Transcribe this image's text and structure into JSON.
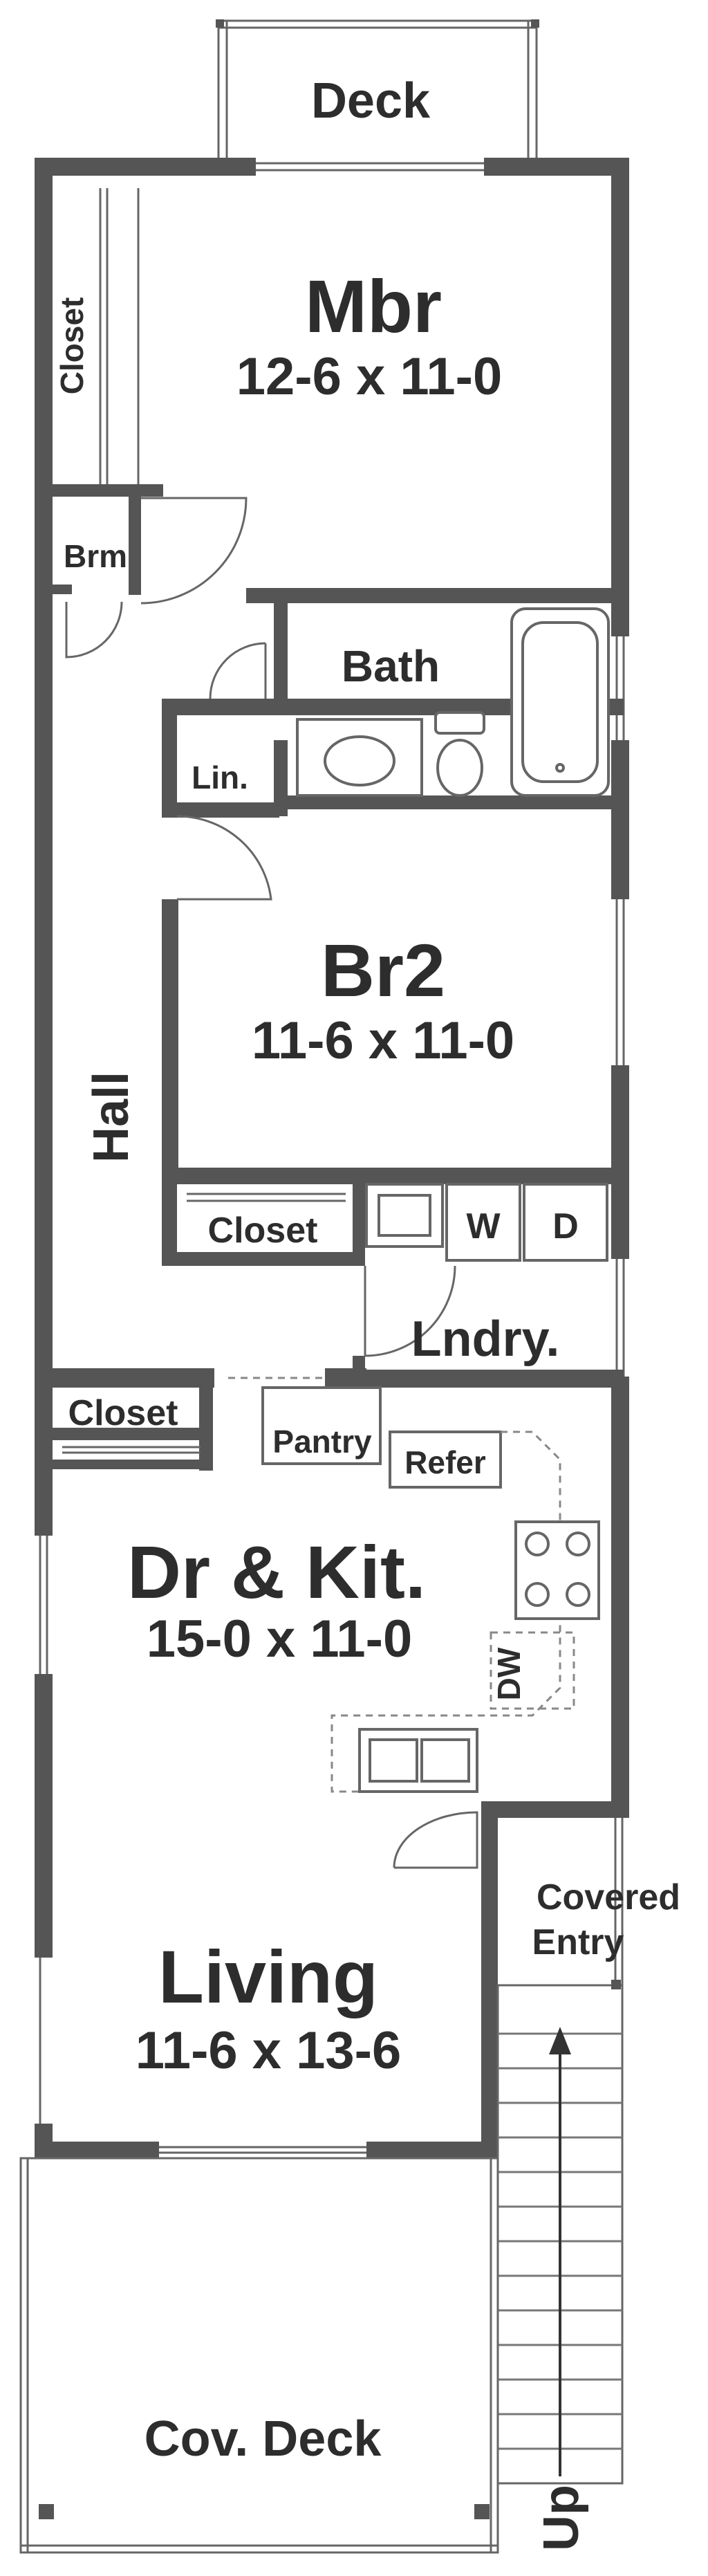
{
  "rooms": {
    "deck": {
      "name": "Deck"
    },
    "master_bedroom": {
      "name": "Mbr",
      "size": "12-6 x 11-0"
    },
    "closet_master": {
      "name": "Closet"
    },
    "brm": {
      "name": "Brm"
    },
    "bath": {
      "name": "Bath"
    },
    "linen": {
      "name": "Lin."
    },
    "bedroom2": {
      "name": "Br2",
      "size": "11-6 x 11-0"
    },
    "hall": {
      "name": "Hall"
    },
    "closet_br2": {
      "name": "Closet"
    },
    "washer": {
      "name": "W"
    },
    "dryer": {
      "name": "D"
    },
    "laundry": {
      "name": "Lndry."
    },
    "closet_front": {
      "name": "Closet"
    },
    "pantry": {
      "name": "Pantry"
    },
    "refrigerator": {
      "name": "Refer"
    },
    "dining_kitchen": {
      "name": "Dr & Kit.",
      "size": "15-0 x 11-0"
    },
    "dishwasher": {
      "name": "DW"
    },
    "covered_entry": {
      "line1": "Covered",
      "line2": "Entry"
    },
    "living": {
      "name": "Living",
      "size": "11-6 x 13-6"
    },
    "covered_deck": {
      "name": "Cov. Deck"
    },
    "stairs": {
      "direction": "Up"
    }
  },
  "colors": {
    "wall": "#555555",
    "text": "#2d2d2d",
    "fixture_line": "#666666",
    "background": "#ffffff"
  }
}
